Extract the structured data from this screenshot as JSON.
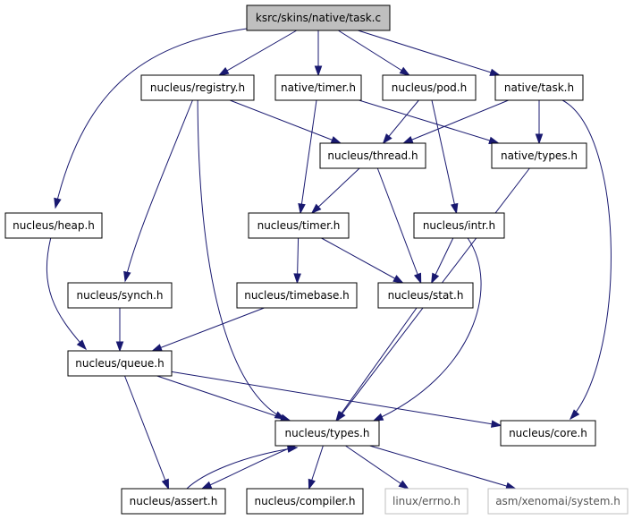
{
  "nodes": [
    {
      "id": "task_c",
      "label": "ksrc/skins/native/task.c",
      "style": "root"
    },
    {
      "id": "registry",
      "label": "nucleus/registry.h",
      "style": "normal"
    },
    {
      "id": "ntimer",
      "label": "native/timer.h",
      "style": "normal"
    },
    {
      "id": "pod",
      "label": "nucleus/pod.h",
      "style": "normal"
    },
    {
      "id": "ntask",
      "label": "native/task.h",
      "style": "normal"
    },
    {
      "id": "thread",
      "label": "nucleus/thread.h",
      "style": "normal"
    },
    {
      "id": "ntypes",
      "label": "native/types.h",
      "style": "normal"
    },
    {
      "id": "heap",
      "label": "nucleus/heap.h",
      "style": "normal"
    },
    {
      "id": "timer",
      "label": "nucleus/timer.h",
      "style": "normal"
    },
    {
      "id": "intr",
      "label": "nucleus/intr.h",
      "style": "normal"
    },
    {
      "id": "synch",
      "label": "nucleus/synch.h",
      "style": "normal"
    },
    {
      "id": "timebase",
      "label": "nucleus/timebase.h",
      "style": "normal"
    },
    {
      "id": "stat",
      "label": "nucleus/stat.h",
      "style": "normal"
    },
    {
      "id": "queue",
      "label": "nucleus/queue.h",
      "style": "normal"
    },
    {
      "id": "types",
      "label": "nucleus/types.h",
      "style": "normal"
    },
    {
      "id": "core",
      "label": "nucleus/core.h",
      "style": "normal"
    },
    {
      "id": "assert",
      "label": "nucleus/assert.h",
      "style": "normal"
    },
    {
      "id": "compiler",
      "label": "nucleus/compiler.h",
      "style": "normal"
    },
    {
      "id": "errno",
      "label": "linux/errno.h",
      "style": "external"
    },
    {
      "id": "system",
      "label": "asm/xenomai/system.h",
      "style": "external"
    }
  ],
  "edges": [
    [
      "task_c",
      "registry"
    ],
    [
      "task_c",
      "ntimer"
    ],
    [
      "task_c",
      "pod"
    ],
    [
      "task_c",
      "ntask"
    ],
    [
      "task_c",
      "heap"
    ],
    [
      "registry",
      "thread"
    ],
    [
      "registry",
      "synch"
    ],
    [
      "registry",
      "types"
    ],
    [
      "ntimer",
      "timer"
    ],
    [
      "ntimer",
      "ntypes"
    ],
    [
      "pod",
      "thread"
    ],
    [
      "pod",
      "intr"
    ],
    [
      "ntask",
      "thread"
    ],
    [
      "ntask",
      "ntypes"
    ],
    [
      "ntask",
      "core"
    ],
    [
      "thread",
      "timer"
    ],
    [
      "thread",
      "stat"
    ],
    [
      "ntypes",
      "types"
    ],
    [
      "heap",
      "queue"
    ],
    [
      "timer",
      "timebase"
    ],
    [
      "timer",
      "stat"
    ],
    [
      "intr",
      "stat"
    ],
    [
      "intr",
      "types"
    ],
    [
      "synch",
      "queue"
    ],
    [
      "timebase",
      "queue"
    ],
    [
      "stat",
      "types"
    ],
    [
      "queue",
      "types"
    ],
    [
      "queue",
      "core"
    ],
    [
      "queue",
      "assert"
    ],
    [
      "types",
      "assert"
    ],
    [
      "types",
      "compiler"
    ],
    [
      "types",
      "errno"
    ],
    [
      "types",
      "system"
    ],
    [
      "assert",
      "types"
    ]
  ],
  "colors": {
    "edge": "#191970",
    "root_fill": "#bfbfbf",
    "external_border": "#bfbfbf"
  }
}
